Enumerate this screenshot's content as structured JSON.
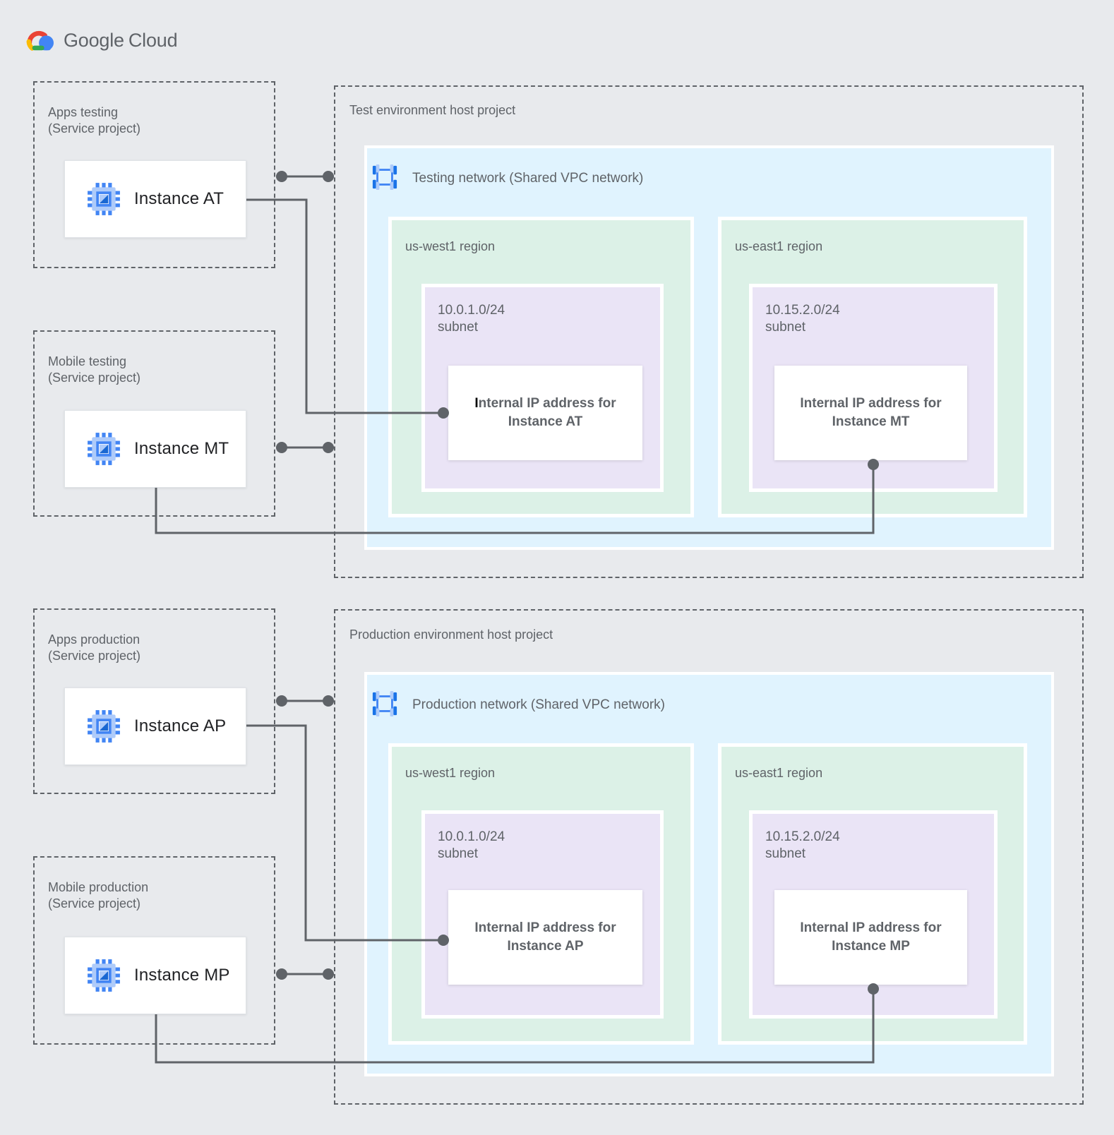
{
  "logo": {
    "text_google": "Google",
    "text_cloud": "Cloud"
  },
  "colors": {
    "background": "#E8EAED",
    "network_panel": "#E0F3FE",
    "region_panel": "#DCF1E7",
    "subnet_panel": "#EAE4F6",
    "connector": "#5F6368",
    "label_text": "#5F6368",
    "instance_text": "#202124",
    "icon_blue": "#4285F4",
    "icon_light_blue": "#AECBFA",
    "icon_dark_blue": "#1967D2"
  },
  "service_projects": [
    {
      "title": "Apps testing",
      "subtitle": "(Service project)",
      "instance_label": "Instance AT"
    },
    {
      "title": "Mobile testing",
      "subtitle": "(Service project)",
      "instance_label": "Instance MT"
    },
    {
      "title": "Apps production",
      "subtitle": "(Service project)",
      "instance_label": "Instance AP"
    },
    {
      "title": "Mobile production",
      "subtitle": "(Service project)",
      "instance_label": "Instance MP"
    }
  ],
  "host_projects": [
    {
      "title": "Test environment host project",
      "network_label": "Testing network (Shared VPC network)",
      "regions": [
        {
          "name": "us-west1 region",
          "subnet_cidr": "10.0.1.0/24",
          "subnet_word": "subnet",
          "ip_line1": "Internal IP address for",
          "ip_line2": "Instance AT"
        },
        {
          "name": "us-east1 region",
          "subnet_cidr": "10.15.2.0/24",
          "subnet_word": "subnet",
          "ip_line1": "Internal IP address for",
          "ip_line2": "Instance MT"
        }
      ]
    },
    {
      "title": "Production environment host project",
      "network_label": "Production network (Shared VPC network)",
      "regions": [
        {
          "name": "us-west1 region",
          "subnet_cidr": "10.0.1.0/24",
          "subnet_word": "subnet",
          "ip_line1": "Internal IP address for",
          "ip_line2": "Instance AP"
        },
        {
          "name": "us-east1 region",
          "subnet_cidr": "10.15.2.0/24",
          "subnet_word": "subnet",
          "ip_line1": "Internal IP address for",
          "ip_line2": "Instance MP"
        }
      ]
    }
  ]
}
